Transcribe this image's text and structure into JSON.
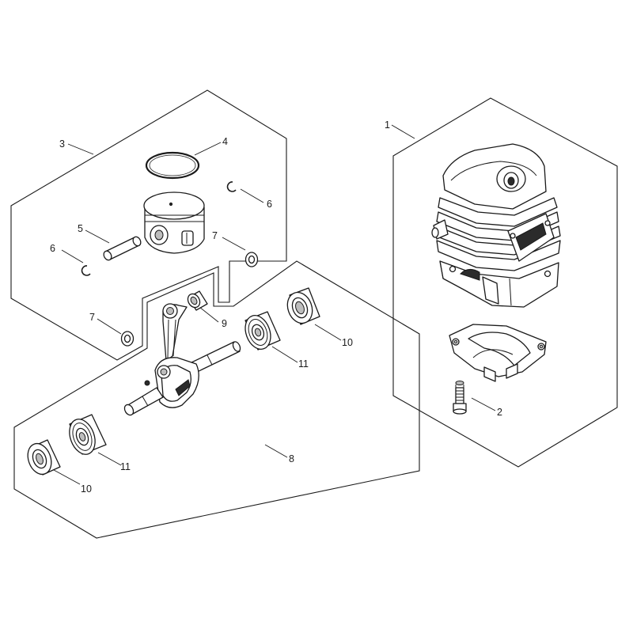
{
  "callouts": {
    "c1": "1",
    "c2": "2",
    "c3": "3",
    "c4": "4",
    "c5": "5",
    "c6a": "6",
    "c6b": "6",
    "c7a": "7",
    "c7b": "7",
    "c8": "8",
    "c9": "9",
    "c10a": "10",
    "c10b": "10",
    "c11a": "11",
    "c11b": "11"
  },
  "colors": {
    "line": "#1a1a1a",
    "background": "#ffffff"
  }
}
